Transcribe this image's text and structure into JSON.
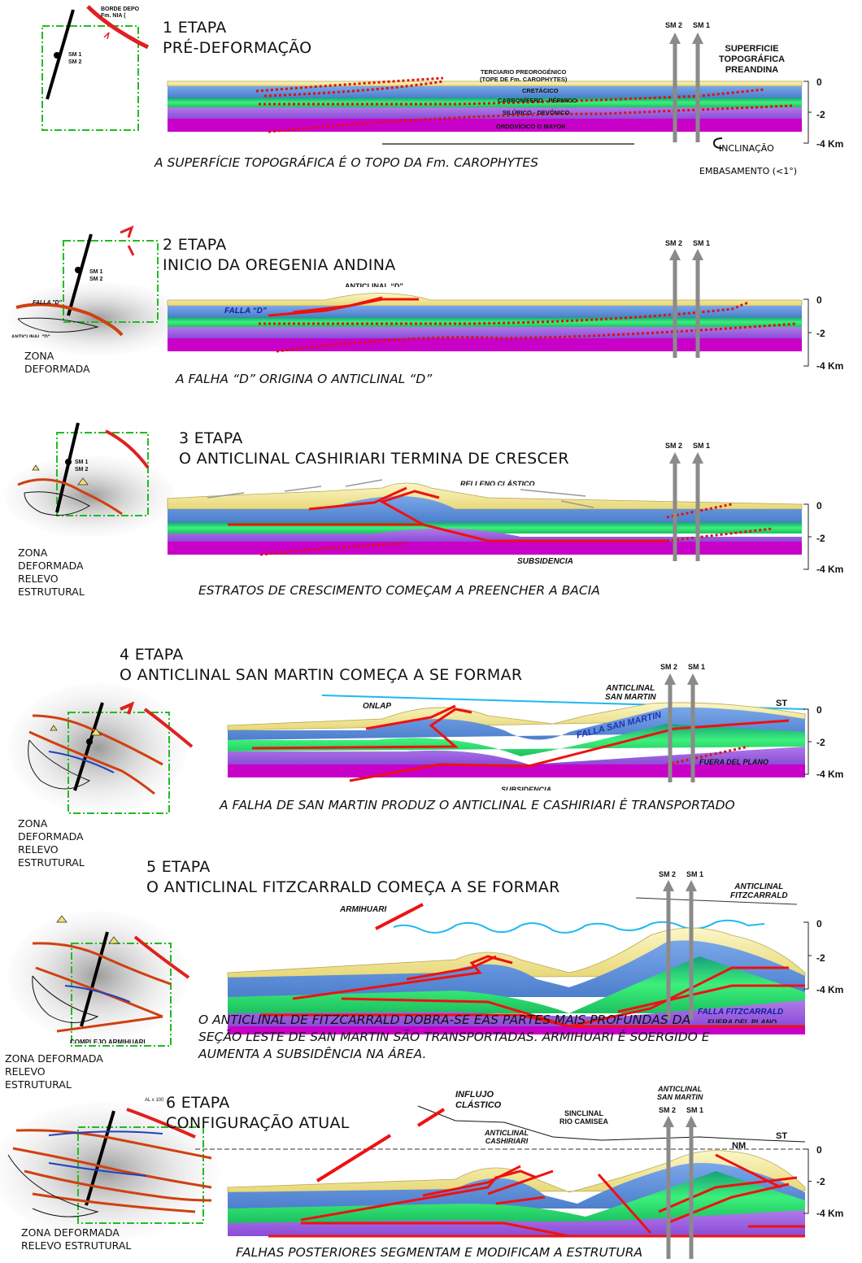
{
  "stages": [
    {
      "title_line1": "1 ETAPA",
      "title_line2": "PRÉ-DEFORMAÇÃO",
      "caption": "A SUPERFÍCIE TOPOGRÁFICA É O TOPO DA Fm. CAROPHYTES",
      "well_labels": [
        "SM 2",
        "SM 1"
      ],
      "axis_labels": [
        "0",
        "-2",
        "-4 Km"
      ],
      "map_labels": {
        "wells": "SM 1\nSM 2",
        "edge": "BORDE DEPO\nFm. NIA ("
      },
      "section_labels": {
        "terciario": "TERCIARIO PREOROGÉNICO\n(TOPE DE Fm. CAROPHYTES)",
        "cretacico": "CRETÁCICO",
        "carbonifero": "CARBONÍFERO - PÉRMICO",
        "siluro": "SILÚRICO - DEVÓNICO",
        "ordovicico": "ORDOVÍCICO  O  MAYOR",
        "superficie": "SUPERFICIE\nTOPOGRÁFICA\nPREANDINA",
        "inclinacao": "INCLINAÇÃO",
        "embasamento": "EMBASAMENTO (<1°)"
      }
    },
    {
      "title_line1": "2 ETAPA",
      "title_line2": "INICIO DA OREGENIA ANDINA",
      "caption": "A FALHA “D” ORIGINA O ANTICLINAL “D”",
      "zone_label": "ZONA\nDEFORMADA",
      "well_labels": [
        "SM 2",
        "SM 1"
      ],
      "axis_labels": [
        "0",
        "-2",
        "-4 Km"
      ],
      "map_labels": {
        "wells": "SM 1\nSM 2",
        "falla": "FALLA \"D\"",
        "anticlinal": "ANTICLINAL \"D\""
      },
      "section_labels": {
        "falla_d": "FALLA “D”",
        "anticlinal_d": "ANTICLINAL “D”"
      }
    },
    {
      "title_line1": "3 ETAPA",
      "title_line2": "O ANTICLINAL CASHIRIARI TERMINA DE CRESCER",
      "caption": "ESTRATOS DE CRESCIMENTO COMEÇAM A PREENCHER A BACIA",
      "zone_label": "ZONA\nDEFORMADA\nRELEVO\nESTRUTURAL",
      "well_labels": [
        "SM 2",
        "SM 1"
      ],
      "axis_labels": [
        "0",
        "-2",
        "-4 Km"
      ],
      "map_labels": {
        "wells": "SM 1\nSM 2"
      },
      "section_labels": {
        "relleno": "RELLENO CLÁSTICO",
        "subsidencia": "SUBSIDENCIA"
      }
    },
    {
      "title_line1": "4 ETAPA",
      "title_line2": "O ANTICLINAL SAN MARTIN COMEÇA A SE FORMAR",
      "caption": "A FALHA DE SAN MARTIN PRODUZ O ANTICLINAL E CASHIRIARI É TRANSPORTADO",
      "zone_label": "ZONA\nDEFORMADA\nRELEVO\nESTRUTURAL",
      "well_labels": [
        "SM 2",
        "SM 1"
      ],
      "axis_labels": [
        "0",
        "-2",
        "-4 Km"
      ],
      "section_labels": {
        "onlap": "ONLAP",
        "anticlinal_sm": "ANTICLINAL\nSAN MARTIN",
        "st": "ST",
        "falla_sm": "FALLA SAN MARTIN",
        "fuera": "FUERA DEL PLANO",
        "subsidencia": "SUBSIDENCIA"
      }
    },
    {
      "title_line1": "5 ETAPA",
      "title_line2": "O ANTICLINAL FITZCARRALD COMEÇA A SE FORMAR",
      "caption": "O ANTICLINAL DE FITZCARRALD DOBRA-SE EAS PARTES MAIS PROFUNDAS DA\nSEÇÃO LESTE DE SAN MARTIN SÃO TRANSPORTADAS. ARMIHUARI É SOERGIDO E\nAUMENTA A SUBSIDÊNCIA NA ÁREA.",
      "zone_label": "ZONA DEFORMADA\nRELEVO\nESTRUTURAL",
      "well_labels": [
        "SM 2",
        "SM 1"
      ],
      "axis_labels": [
        "0",
        "-2",
        "-4 Km"
      ],
      "section_labels": {
        "armihuari": "ARMIHUARI",
        "anticlinal_fitz": "ANTICLINAL\nFITZCARRALD",
        "falla_fitz": "FALLA FITZCARRALD",
        "fuera": "FUERA DEL PLANO",
        "complejo": "COMPLEJO ARMIHUARI"
      }
    },
    {
      "title_line1": "6 ETAPA",
      "title_line2": "CONFIGURAÇÃO ATUAL",
      "caption": "FALHAS POSTERIORES SEGMENTAM E MODIFICAM A ESTRUTURA",
      "zone_label": "ZONA DEFORMADA\nRELEVO ESTRUTURAL",
      "well_labels": [
        "SM 2",
        "SM 1"
      ],
      "axis_labels": [
        "0",
        "-2",
        "-4 Km"
      ],
      "section_labels": {
        "influjo": "INFLUJO\nCLÁSTICO",
        "anticlinal_cash": "ANTICLINAL\nCASHIRIARI",
        "sinclinal": "SINCLINAL\nRIO CAMISEA",
        "anticlinal_sm": "ANTICLINAL\nSAN MARTIN",
        "st": "ST",
        "nm": "NM",
        "scale": "AL  x 100"
      }
    }
  ],
  "colors": {
    "yellow": "#f6f0a0",
    "blue": "#5e8fd6",
    "green": "#2fd36a",
    "purple": "#9a5ce0",
    "magenta": "#c800c8",
    "fault": "#ee1111",
    "well": "#8a8a8a",
    "map_box": "#22bb22"
  }
}
